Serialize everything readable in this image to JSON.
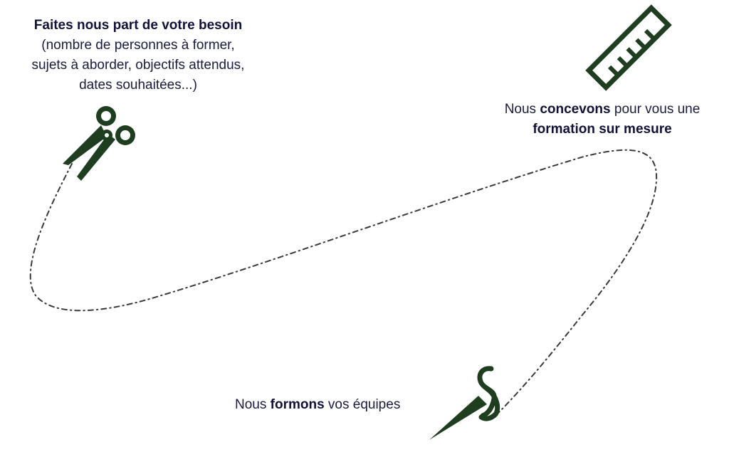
{
  "colors": {
    "icon_green": "#1f3d1f",
    "text_navy": "#14123a",
    "path_gray": "#3a3a3a",
    "background": "#ffffff"
  },
  "steps": [
    {
      "id": "besoin",
      "icon": "scissors-icon",
      "title": "Faites nous part de votre besoin",
      "lines": [
        "(nombre de personnes à former,",
        "sujets à aborder, objectifs attendus,",
        "dates souhaitées...)"
      ]
    },
    {
      "id": "conception",
      "icon": "ruler-icon",
      "prefix": "Nous ",
      "bold": "concevons",
      "middle": " pour vous une",
      "bold2": "formation sur mesure"
    },
    {
      "id": "formation",
      "icon": "needle-thread-icon",
      "prefix": "Nous ",
      "bold": "formons",
      "suffix": " vos équipes"
    }
  ],
  "connector": {
    "style": "dash-dot",
    "description": "dashed path from scissors looping to ruler then to needle"
  }
}
